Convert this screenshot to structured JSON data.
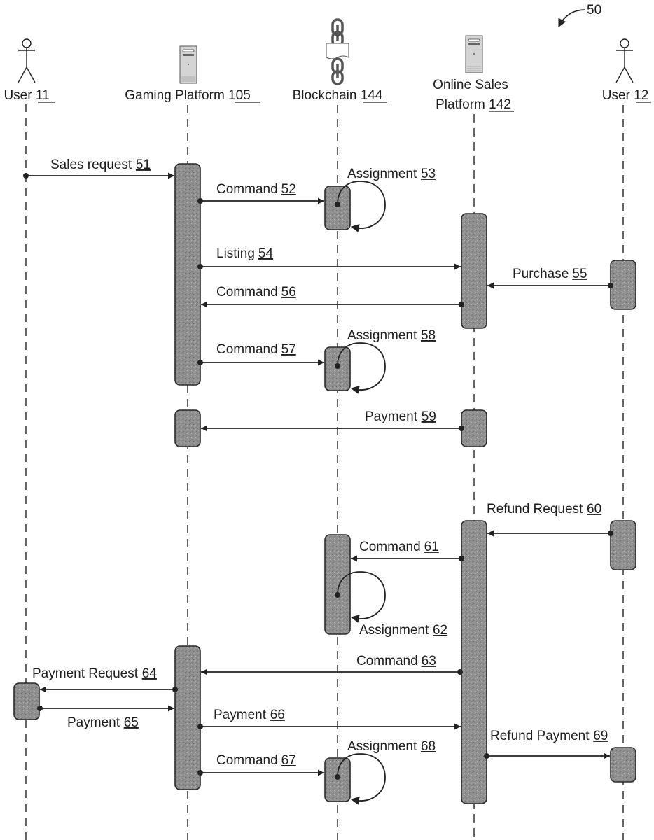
{
  "figure": {
    "reference_numeral": "50",
    "colors": {
      "activation_fill": "#8f8f8f",
      "line": "#222222",
      "background": "#ffffff"
    }
  },
  "participants": [
    {
      "id": "user11",
      "name": "User",
      "ref": "11",
      "icon": "actor-icon",
      "label_lines": [
        "User 11"
      ]
    },
    {
      "id": "gaming",
      "name": "Gaming Platform",
      "ref": "105",
      "icon": "server-tower-icon",
      "label_lines": [
        "Gaming Platform 105"
      ]
    },
    {
      "id": "chain",
      "name": "Blockchain",
      "ref": "144",
      "icon": "chain-link-icon",
      "label_lines": [
        "Blockchain 144"
      ]
    },
    {
      "id": "sales",
      "name": "Online Sales Platform",
      "ref": "142",
      "icon": "server-tower-icon",
      "label_lines": [
        "Online Sales",
        "Platform 142"
      ]
    },
    {
      "id": "user12",
      "name": "User",
      "ref": "12",
      "icon": "actor-icon",
      "label_lines": [
        "User 12"
      ]
    }
  ],
  "messages": [
    {
      "num": "51",
      "text": "Sales request",
      "from": "user11",
      "to": "gaming",
      "type": "message"
    },
    {
      "num": "52",
      "text": "Command",
      "from": "gaming",
      "to": "chain",
      "type": "message"
    },
    {
      "num": "53",
      "text": "Assignment",
      "from": "chain",
      "to": "chain",
      "type": "self"
    },
    {
      "num": "54",
      "text": "Listing",
      "from": "gaming",
      "to": "sales",
      "type": "message"
    },
    {
      "num": "55",
      "text": "Purchase",
      "from": "user12",
      "to": "sales",
      "type": "message"
    },
    {
      "num": "56",
      "text": "Command",
      "from": "sales",
      "to": "gaming",
      "type": "message"
    },
    {
      "num": "57",
      "text": "Command",
      "from": "gaming",
      "to": "chain",
      "type": "message"
    },
    {
      "num": "58",
      "text": "Assignment",
      "from": "chain",
      "to": "chain",
      "type": "self"
    },
    {
      "num": "59",
      "text": "Payment",
      "from": "sales",
      "to": "gaming",
      "type": "message"
    },
    {
      "num": "60",
      "text": "Refund Request",
      "from": "user12",
      "to": "sales",
      "type": "message"
    },
    {
      "num": "61",
      "text": "Command",
      "from": "sales",
      "to": "chain",
      "type": "message"
    },
    {
      "num": "62",
      "text": "Assignment",
      "from": "chain",
      "to": "chain",
      "type": "self"
    },
    {
      "num": "63",
      "text": "Command",
      "from": "sales",
      "to": "gaming",
      "type": "message"
    },
    {
      "num": "64",
      "text": "Payment Request",
      "from": "gaming",
      "to": "user11",
      "type": "message"
    },
    {
      "num": "65",
      "text": "Payment",
      "from": "user11",
      "to": "gaming",
      "type": "message"
    },
    {
      "num": "66",
      "text": "Payment",
      "from": "gaming",
      "to": "sales",
      "type": "message"
    },
    {
      "num": "67",
      "text": "Command",
      "from": "gaming",
      "to": "chain",
      "type": "message"
    },
    {
      "num": "68",
      "text": "Assignment",
      "from": "chain",
      "to": "chain",
      "type": "self"
    },
    {
      "num": "69",
      "text": "Refund Payment",
      "from": "sales",
      "to": "user12",
      "type": "message"
    }
  ]
}
